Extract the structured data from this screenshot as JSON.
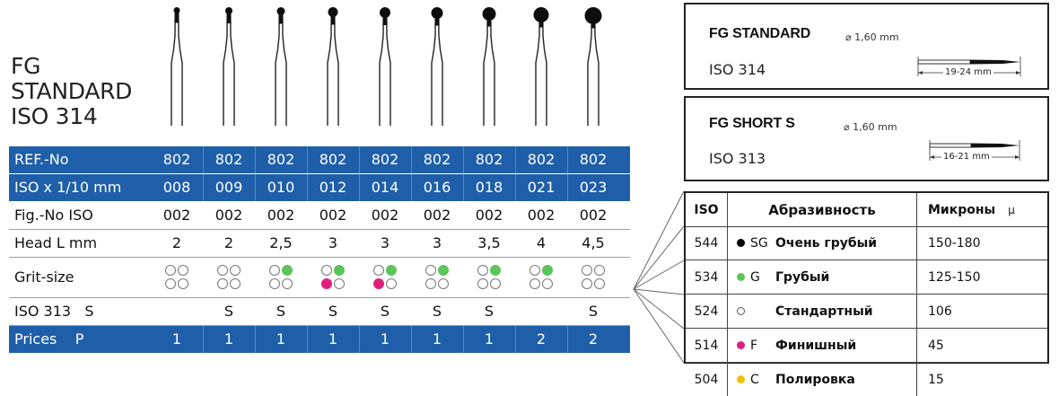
{
  "title": {
    "line1": "FG",
    "line2": "STANDARD",
    "line3": "ISO 314"
  },
  "columns": 9,
  "table": {
    "rows": [
      {
        "label": "REF.-No",
        "style": "blue",
        "values": [
          "802",
          "802",
          "802",
          "802",
          "802",
          "802",
          "802",
          "802",
          "802"
        ]
      },
      {
        "label": "ISO x 1/10 mm",
        "style": "blue",
        "values": [
          "008",
          "009",
          "010",
          "012",
          "014",
          "016",
          "018",
          "021",
          "023"
        ]
      },
      {
        "label": "Fig.-No ISO",
        "style": "plain",
        "values": [
          "002",
          "002",
          "002",
          "002",
          "002",
          "002",
          "002",
          "002",
          "002"
        ]
      },
      {
        "label": "Head L mm",
        "style": "plain",
        "values": [
          "2",
          "2",
          "2,5",
          "3",
          "3",
          "3",
          "3,5",
          "4",
          "4,5"
        ]
      },
      {
        "label": "Grit-size",
        "style": "grit",
        "values": []
      },
      {
        "label": "ISO 313   S",
        "style": "plain",
        "values": [
          "",
          "S",
          "S",
          "S",
          "S",
          "S",
          "S",
          "",
          "S"
        ]
      },
      {
        "label": "Prices    P",
        "style": "blue",
        "values": [
          "1",
          "1",
          "1",
          "1",
          "1",
          "1",
          "1",
          "2",
          "2"
        ]
      }
    ],
    "grit_dots": [
      [
        "none",
        "none",
        "none",
        "none"
      ],
      [
        "none",
        "none",
        "none",
        "none"
      ],
      [
        "none",
        "green",
        "none",
        "none"
      ],
      [
        "none",
        "green",
        "magenta",
        "none"
      ],
      [
        "none",
        "green",
        "magenta",
        "none"
      ],
      [
        "none",
        "green",
        "none",
        "none"
      ],
      [
        "none",
        "green",
        "none",
        "none"
      ],
      [
        "none",
        "green",
        "none",
        "none"
      ],
      [
        "none",
        "none",
        "none",
        "none"
      ]
    ]
  },
  "spec_boxes": [
    {
      "title": "FG STANDARD",
      "diameter": "⌀ 1,60 mm",
      "iso": "ISO 314",
      "length": "19-24 mm"
    },
    {
      "title": "FG SHORT S",
      "diameter": "⌀ 1,60 mm",
      "iso": "ISO 313",
      "length": "16-21 mm"
    }
  ],
  "grit_table": {
    "headers": {
      "iso": "ISO",
      "abrasiveness": "Абразивность",
      "microns": "Микроны",
      "micron_symbol": "μ"
    },
    "rows": [
      {
        "iso": "544",
        "code": "SG",
        "name": "Очень грубый",
        "microns": "150-180",
        "color": "#000000"
      },
      {
        "iso": "534",
        "code": "G",
        "name": "Грубый",
        "microns": "125-150",
        "color": "#5cc45a"
      },
      {
        "iso": "524",
        "code": "",
        "name": "Стандартный",
        "microns": "106",
        "color": "#ffffff"
      },
      {
        "iso": "514",
        "code": "F",
        "name": "Финишный",
        "microns": "45",
        "color": "#e0207f"
      },
      {
        "iso": "504",
        "code": "C",
        "name": "Полировка",
        "microns": "15",
        "color": "#f2c200"
      }
    ]
  },
  "colors": {
    "header_blue": "#1f5fa9",
    "green": "#5cc45a",
    "magenta": "#e0207f",
    "yellow": "#f2c200",
    "black": "#000000"
  }
}
